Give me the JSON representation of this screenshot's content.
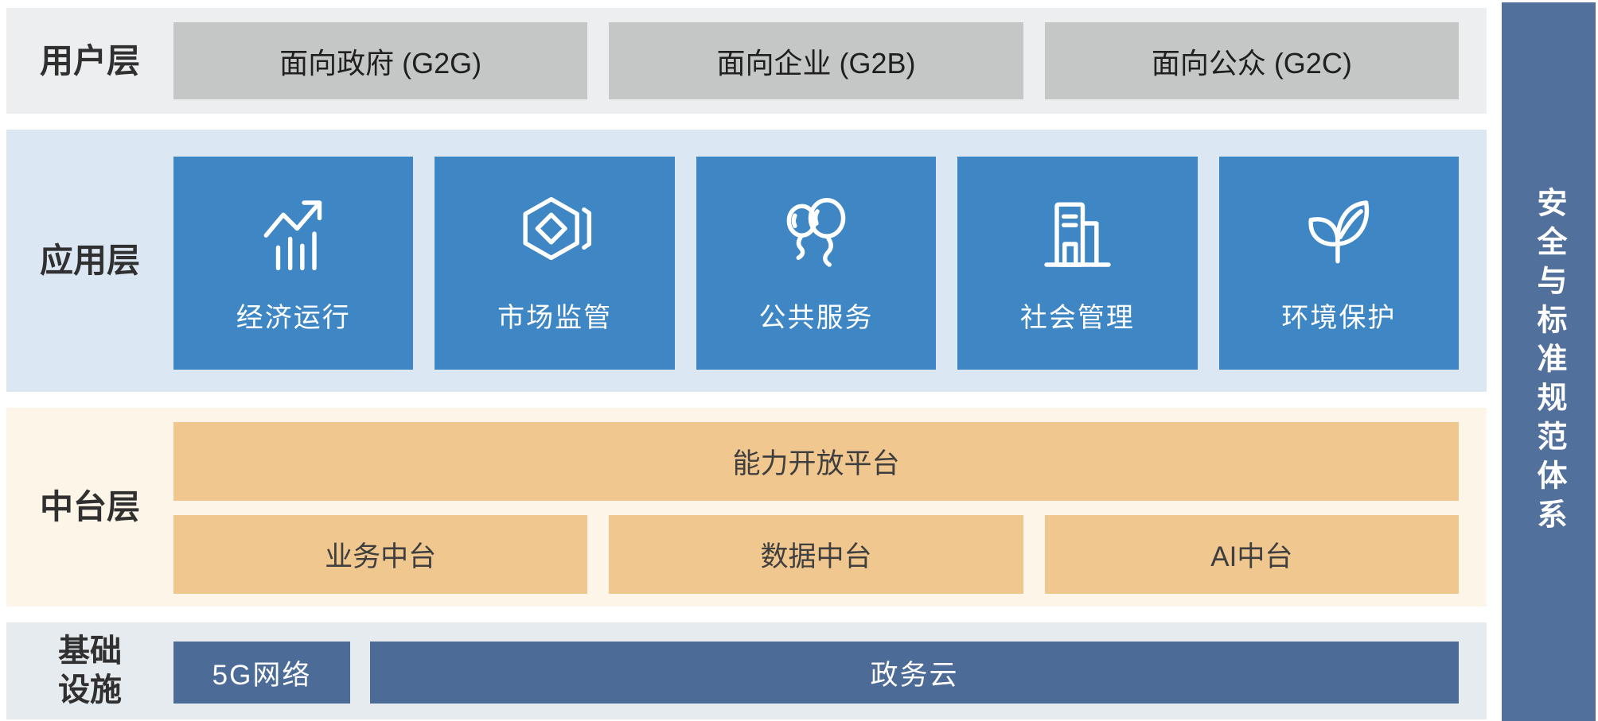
{
  "colors": {
    "page_bg": "#ffffff",
    "user_band_bg": "#edeef0",
    "user_box_bg": "#c5c6c6",
    "app_band_bg": "#dbe8f4",
    "tile_blue": "#3f87c4",
    "middle_band_bg": "#fdf5e8",
    "middle_bar_bg": "#f0c78e",
    "middle_bar_text": "#3f3f3f",
    "infra_band_bg": "#e6ebf0",
    "infra_bar_bg": "#4c6b97",
    "sidebar_bg": "#52709c",
    "label_text": "#303030",
    "box_text": "#1f1f1f"
  },
  "layers": {
    "user": {
      "label": "用户层",
      "boxes": [
        "面向政府 (G2G)",
        "面向企业 (G2B)",
        "面向公众 (G2C)"
      ]
    },
    "app": {
      "label": "应用层",
      "tiles": [
        {
          "icon": "trend-chart-icon",
          "label": "经济运行"
        },
        {
          "icon": "hexagon-cube-icon",
          "label": "市场监管"
        },
        {
          "icon": "balloons-icon",
          "label": "公共服务"
        },
        {
          "icon": "building-icon",
          "label": "社会管理"
        },
        {
          "icon": "leaf-icon",
          "label": "环境保护"
        }
      ]
    },
    "middle": {
      "label": "中台层",
      "platform": "能力开放平台",
      "bars": [
        "业务中台",
        "数据中台",
        "AI中台"
      ]
    },
    "infra": {
      "label": "基础\n设施",
      "bars": [
        "5G网络",
        "政务云"
      ]
    }
  },
  "sidebar": {
    "label": "安全与标准规范体系"
  }
}
